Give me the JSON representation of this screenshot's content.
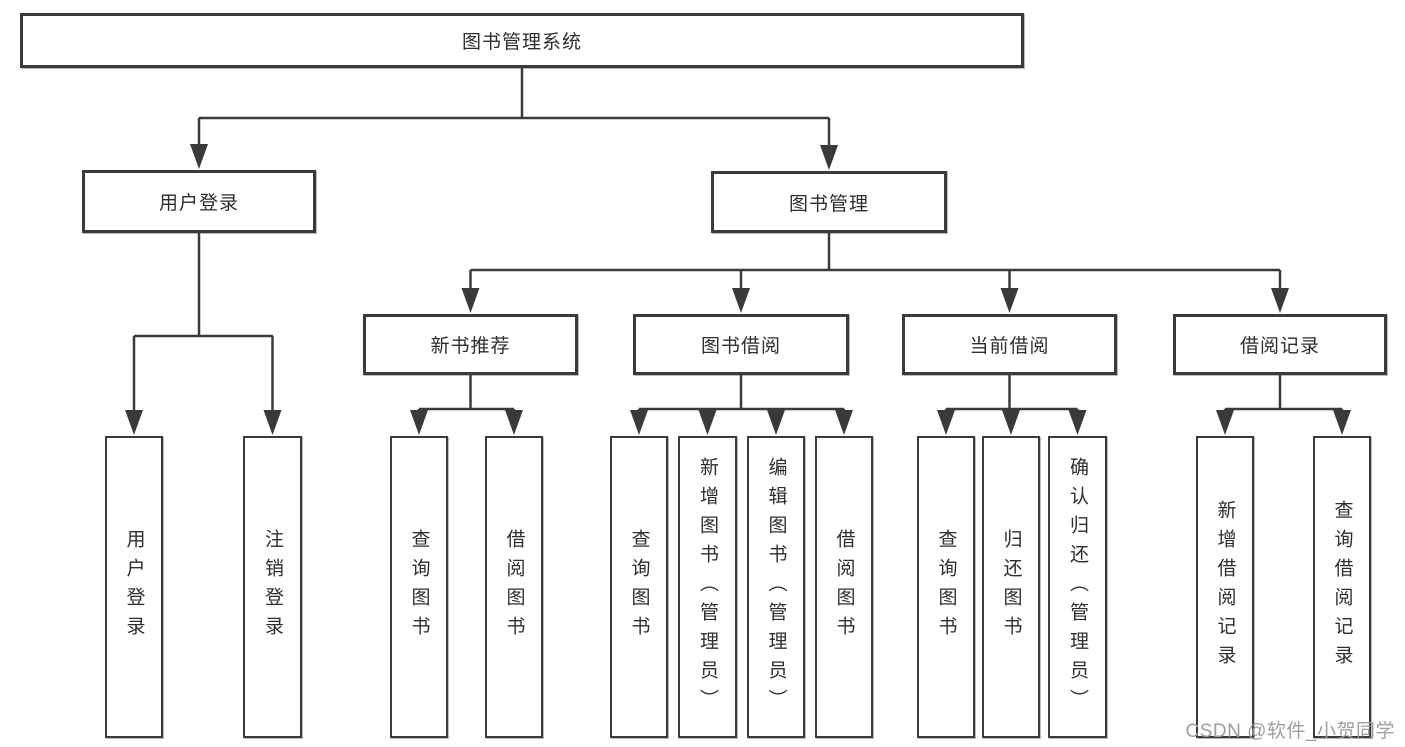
{
  "diagram": {
    "colors": {
      "line": "#3a3a3a",
      "text": "#2e2e2e",
      "watermark_gray": "#9e9e9e",
      "background": "#ffffff"
    },
    "tree": {
      "label": "图书管理系统",
      "children": [
        {
          "label": "用户登录",
          "children": [
            {
              "label": "用户登录"
            },
            {
              "label": "注销登录"
            }
          ]
        },
        {
          "label": "图书管理",
          "children": [
            {
              "label": "新书推荐",
              "children": [
                {
                  "label": "查询图书"
                },
                {
                  "label": "借阅图书"
                }
              ]
            },
            {
              "label": "图书借阅",
              "children": [
                {
                  "label": "查询图书"
                },
                {
                  "label": "新增图书（管理员）"
                },
                {
                  "label": "编辑图书（管理员）"
                },
                {
                  "label": "借阅图书"
                }
              ]
            },
            {
              "label": "当前借阅",
              "children": [
                {
                  "label": "查询图书"
                },
                {
                  "label": "归还图书"
                },
                {
                  "label": "确认归还（管理员）"
                }
              ]
            },
            {
              "label": "借阅记录",
              "children": [
                {
                  "label": "新增借阅记录"
                },
                {
                  "label": "查询借阅记录"
                }
              ]
            }
          ]
        }
      ]
    },
    "watermark": {
      "text": "CSDN @软件_小贺同学"
    }
  }
}
